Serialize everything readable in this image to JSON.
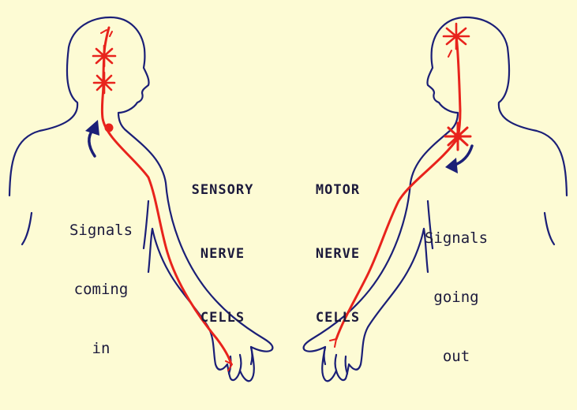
{
  "labels": {
    "sensory": [
      "SENSORY",
      "NERVE",
      "CELLS"
    ],
    "motor": [
      "MOTOR",
      "NERVE",
      "CELLS"
    ],
    "incoming": [
      "Signals",
      "coming",
      "in"
    ],
    "outgoing": [
      "Signals",
      "going",
      "out"
    ]
  },
  "colors": {
    "background": "#fdfbd4",
    "outline": "#1b1f77",
    "nerve": "#e8231c",
    "text": "#1c1a3c"
  }
}
